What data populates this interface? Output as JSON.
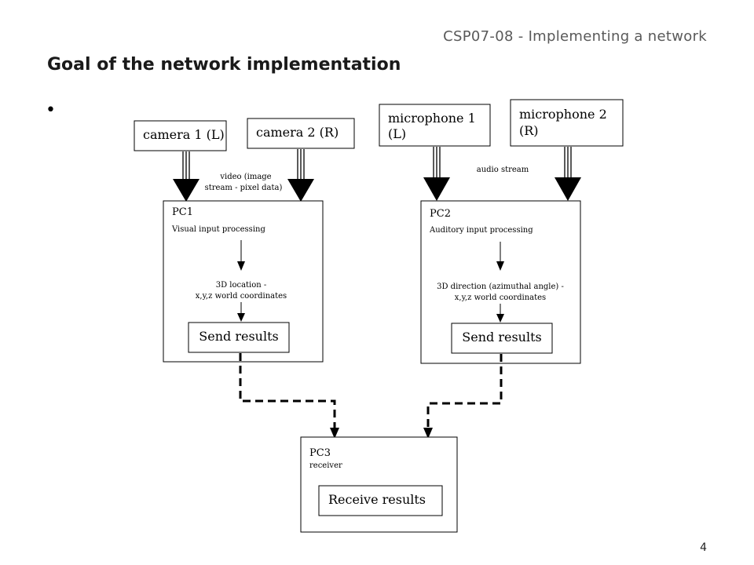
{
  "slide": {
    "header": "CSP07-08 - Implementing a network",
    "title": "Goal of the network implementation",
    "bullet": "•",
    "page_number": "4"
  },
  "diagram": {
    "inputs": {
      "camera1": "camera 1 (L)",
      "camera2": "camera 2 (R)",
      "mic1_line1": "microphone 1",
      "mic1_line2": "(L)",
      "mic2_line1": "microphone  2",
      "mic2_line2": "(R)"
    },
    "streams": {
      "video_line1": "video (image",
      "video_line2": "stream - pixel data)",
      "audio": "audio stream"
    },
    "pc1": {
      "title": "PC1",
      "subtitle": "Visual input processing",
      "output_line1": "3D location -",
      "output_line2": "x,y,z world coordinates",
      "button": "Send results"
    },
    "pc2": {
      "title": "PC2",
      "subtitle": "Auditory input processing",
      "output_line1": "3D direction (azimuthal angle)  -",
      "output_line2": "x,y,z world coordinates",
      "button": "Send results"
    },
    "pc3": {
      "title": "PC3",
      "subtitle": "receiver",
      "button": "Receive results"
    }
  }
}
